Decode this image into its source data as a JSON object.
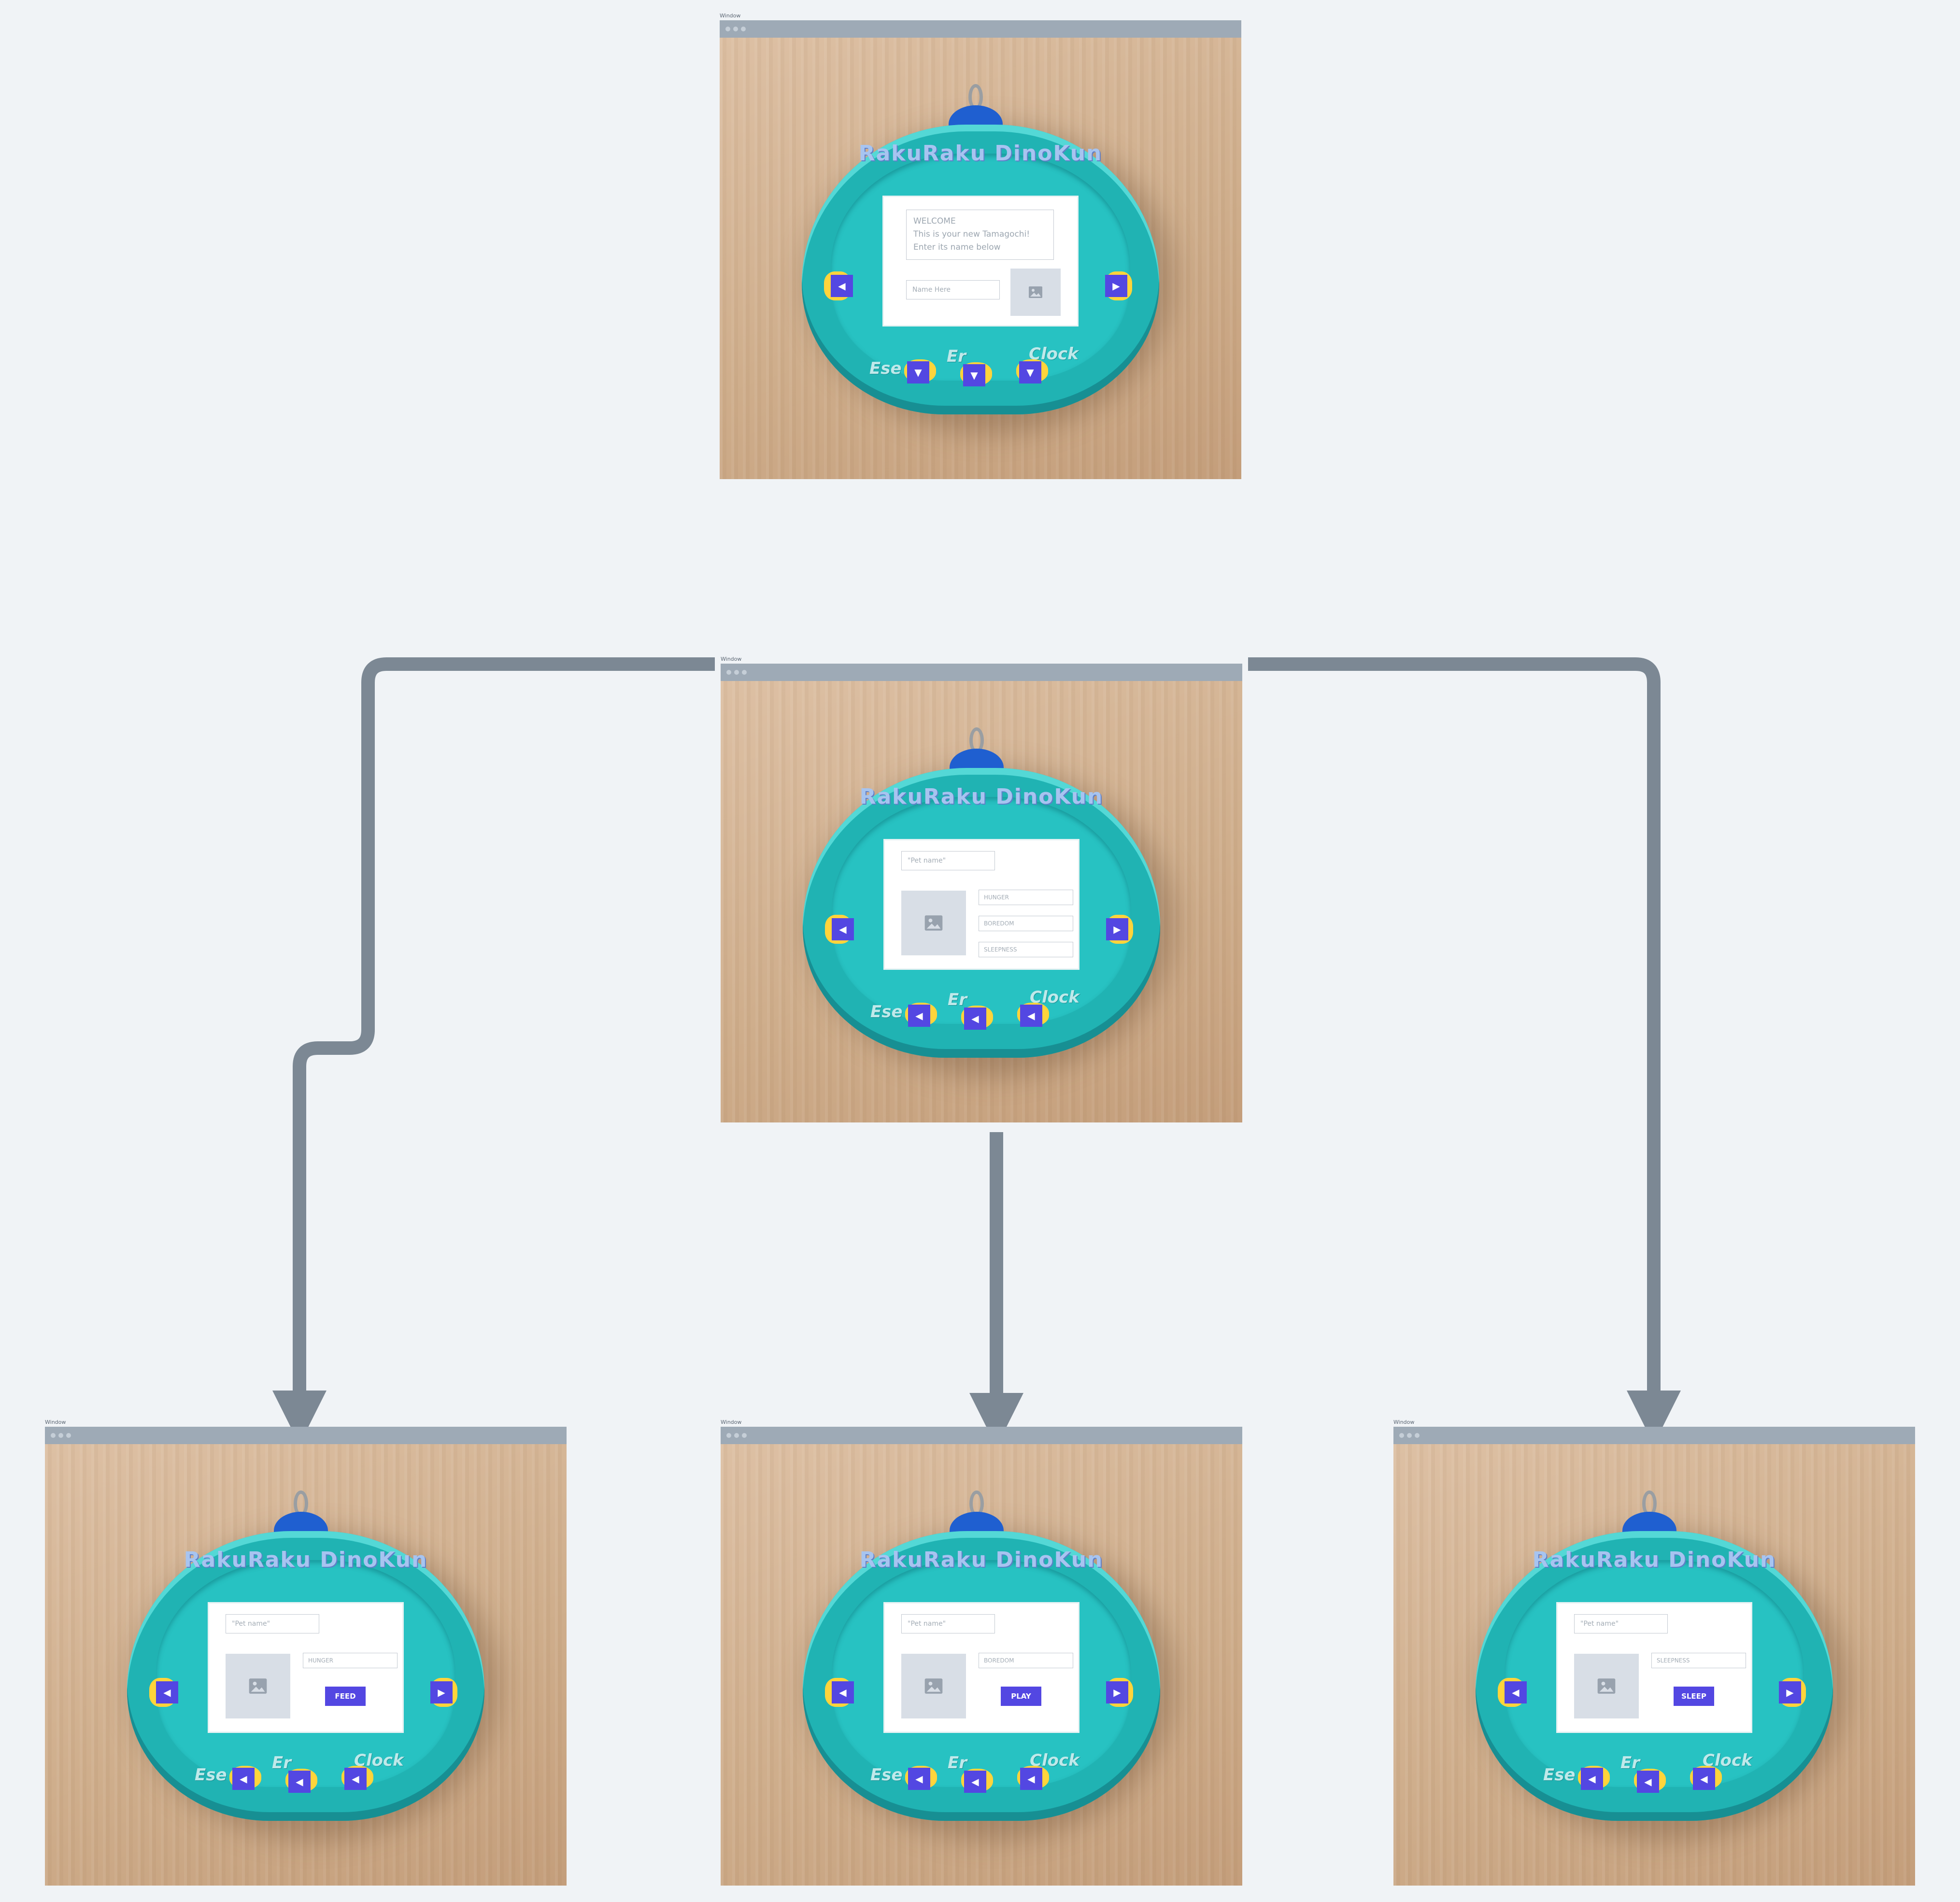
{
  "colors": {
    "canvas": "#f0f3f6",
    "connector": "#7c8894",
    "titlebar": "#9eaab6",
    "toy": "#20b3b3",
    "button_accent": "#5347e2",
    "button_yellow": "#ffd43b"
  },
  "windows": [
    {
      "label": "Window",
      "brand": "RakuRaku DinoKun",
      "toy_labels": [
        "Ese",
        "Er",
        "Clock"
      ],
      "screen": {
        "type": "welcome",
        "welcome_lines": [
          "WELCOME",
          "This is your new Tamagochi!",
          "Enter its name below"
        ],
        "name_placeholder": "Name Here",
        "image_icon": "image-icon"
      },
      "side_icons": [
        "chevron-left-icon",
        "chevron-right-icon"
      ],
      "bottom_icons": [
        "chevron-down-icon",
        "chevron-down-icon",
        "chevron-down-icon"
      ]
    },
    {
      "label": "Window",
      "brand": "RakuRaku DinoKun",
      "toy_labels": [
        "Ese",
        "Er",
        "Clock"
      ],
      "screen": {
        "type": "status",
        "pet_name": "\"Pet name\"",
        "stats": [
          "HUNGER",
          "BOREDOM",
          "SLEEPNESS"
        ],
        "image_icon": "image-icon"
      },
      "side_icons": [
        "chevron-left-icon",
        "chevron-right-icon"
      ],
      "bottom_icons": [
        "chevron-left-icon",
        "chevron-left-icon",
        "chevron-left-icon"
      ]
    },
    {
      "label": "Window",
      "brand": "RakuRaku DinoKun",
      "toy_labels": [
        "Ese",
        "Er",
        "Clock"
      ],
      "screen": {
        "type": "action",
        "pet_name": "\"Pet name\"",
        "stat": "HUNGER",
        "action": "FEED",
        "image_icon": "image-icon"
      },
      "side_icons": [
        "chevron-left-icon",
        "chevron-right-icon"
      ],
      "bottom_icons": [
        "chevron-left-icon",
        "chevron-left-icon",
        "chevron-left-icon"
      ]
    },
    {
      "label": "Window",
      "brand": "RakuRaku DinoKun",
      "toy_labels": [
        "Ese",
        "Er",
        "Clock"
      ],
      "screen": {
        "type": "action",
        "pet_name": "\"Pet name\"",
        "stat": "BOREDOM",
        "action": "PLAY",
        "image_icon": "image-icon"
      },
      "side_icons": [
        "chevron-left-icon",
        "chevron-right-icon"
      ],
      "bottom_icons": [
        "chevron-left-icon",
        "chevron-left-icon",
        "chevron-left-icon"
      ]
    },
    {
      "label": "Window",
      "brand": "RakuRaku DinoKun",
      "toy_labels": [
        "Ese",
        "Er",
        "Clock"
      ],
      "screen": {
        "type": "action",
        "pet_name": "\"Pet name\"",
        "stat": "SLEEPNESS",
        "action": "SLEEP",
        "image_icon": "image-icon"
      },
      "side_icons": [
        "chevron-left-icon",
        "chevron-right-icon"
      ],
      "bottom_icons": [
        "chevron-left-icon",
        "chevron-left-icon",
        "chevron-left-icon"
      ]
    }
  ]
}
